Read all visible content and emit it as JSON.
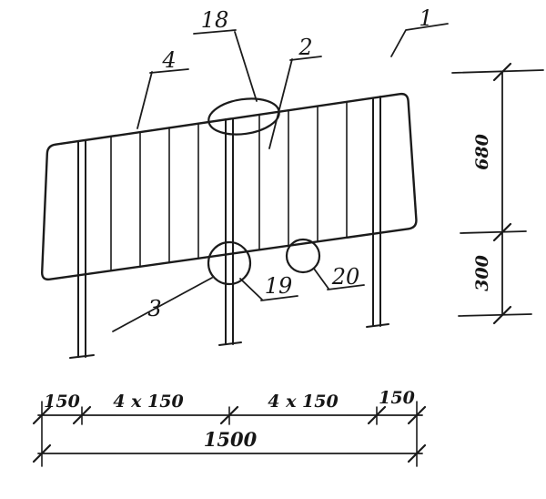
{
  "colors": {
    "ink": "#1b1b1b",
    "paper": "#ffffff"
  },
  "callouts": {
    "part1": "1",
    "part2": "2",
    "part3": "3",
    "part4": "4",
    "detail18": "18",
    "detail19": "19",
    "detail20": "20"
  },
  "dimensions": {
    "height_top": "680",
    "height_bottom": "300",
    "left_margin": "150",
    "left_span": "4 x 150",
    "right_span": "4 x 150",
    "right_margin": "150",
    "total_length": "1500"
  }
}
